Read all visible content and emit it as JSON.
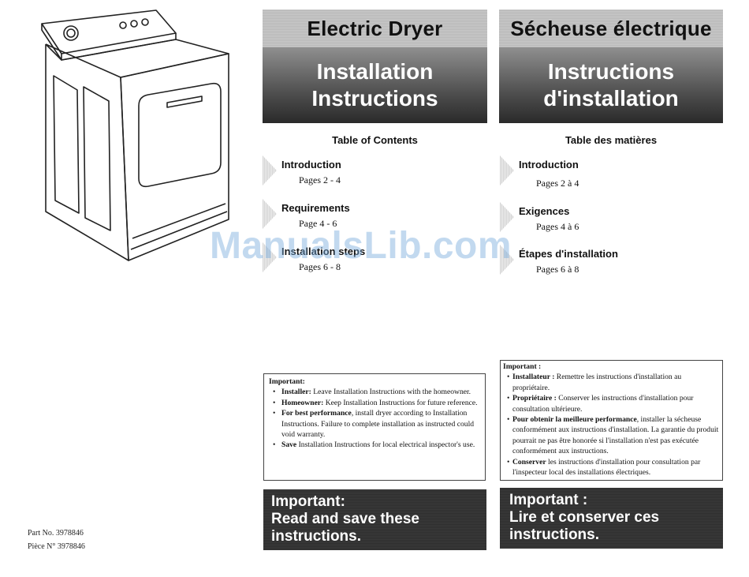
{
  "left_panel": {
    "part_no_en": "Part No. 3978846",
    "part_no_fr": "Pièce N° 3978846"
  },
  "watermark": "ManualsLib.com",
  "english": {
    "banner_top": "Electric Dryer",
    "banner_line1": "Installation",
    "banner_line2": "Instructions",
    "toc_title": "Table of Contents",
    "toc": [
      {
        "heading": "Introduction",
        "pages": "Pages 2 - 4"
      },
      {
        "heading": "Requirements",
        "pages": "Page 4 - 6"
      },
      {
        "heading": "Installation steps",
        "pages": "Pages 6 - 8"
      }
    ],
    "important": {
      "head": "Important:",
      "items": [
        {
          "label": "Installer:",
          "text": "Leave Installation Instructions with the homeowner."
        },
        {
          "label": "Homeowner:",
          "text": "Keep Installation Instructions for future reference."
        },
        {
          "label": "For best performance",
          "text": ", install dryer according to Installation Instructions. Failure to complete installation as instructed could void warranty."
        },
        {
          "label": "Save",
          "text": " Installation Instructions for local electrical inspector's use."
        }
      ]
    },
    "dark": {
      "line1": "Important:",
      "line2": "Read and save these",
      "line3": "instructions."
    }
  },
  "french": {
    "banner_top": "Sécheuse électrique",
    "banner_line1": "Instructions",
    "banner_line2": "d'installation",
    "toc_title": "Table des matières",
    "toc": [
      {
        "heading": "Introduction",
        "pages": "Pages 2 à 4"
      },
      {
        "heading": "Exigences",
        "pages": "Pages 4 à 6"
      },
      {
        "heading": "Étapes d'installation",
        "pages": "Pages 6 à 8"
      }
    ],
    "important": {
      "head": "Important :",
      "items": [
        {
          "label": "Installateur :",
          "text": " Remettre les instructions d'installation au propriétaire."
        },
        {
          "label": "Propriétaire :",
          "text": " Conserver les instructions d'installation pour consultation ultérieure."
        },
        {
          "label": "Pour obtenir la meilleure performance",
          "text": ", installer la sécheuse conformément aux instructions d'installation. La garantie du produit pourrait ne pas être honorée si l'installation n'est pas exécutée conformément aux instructions."
        },
        {
          "label": "Conserver",
          "text": " les instructions d'installation pour consultation par l'inspecteur local des installations électriques."
        }
      ]
    },
    "dark": {
      "line1": "Important :",
      "line2": "Lire et conserver ces",
      "line3": "instructions."
    }
  }
}
